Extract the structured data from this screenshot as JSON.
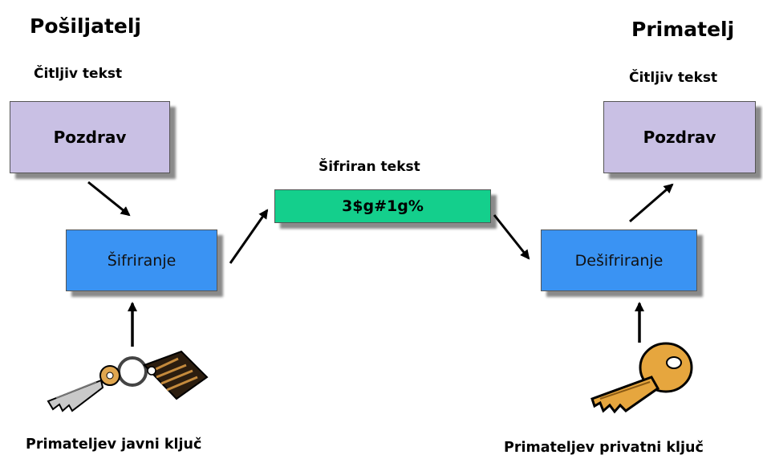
{
  "sender": {
    "title": "Pošiljatelj",
    "plaintext_label": "Čitljiv tekst",
    "plaintext_box": "Pozdrav",
    "process_box": "Šifriranje",
    "key_label": "Primateljev javni ključ"
  },
  "channel": {
    "ciphertext_label": "Šifriran tekst",
    "ciphertext_box": "3$g#1g%"
  },
  "receiver": {
    "title": "Primatelj",
    "plaintext_label": "Čitljiv tekst",
    "plaintext_box": "Pozdrav",
    "process_box": "Dešifriranje",
    "key_label": "Primateljev privatni ključ"
  },
  "colors": {
    "plaintext_box": "#c9c0e4",
    "process_box": "#3a93f3",
    "ciphertext_box": "#14cf8c"
  },
  "icons": [
    "keyring-icon",
    "key-icon"
  ]
}
